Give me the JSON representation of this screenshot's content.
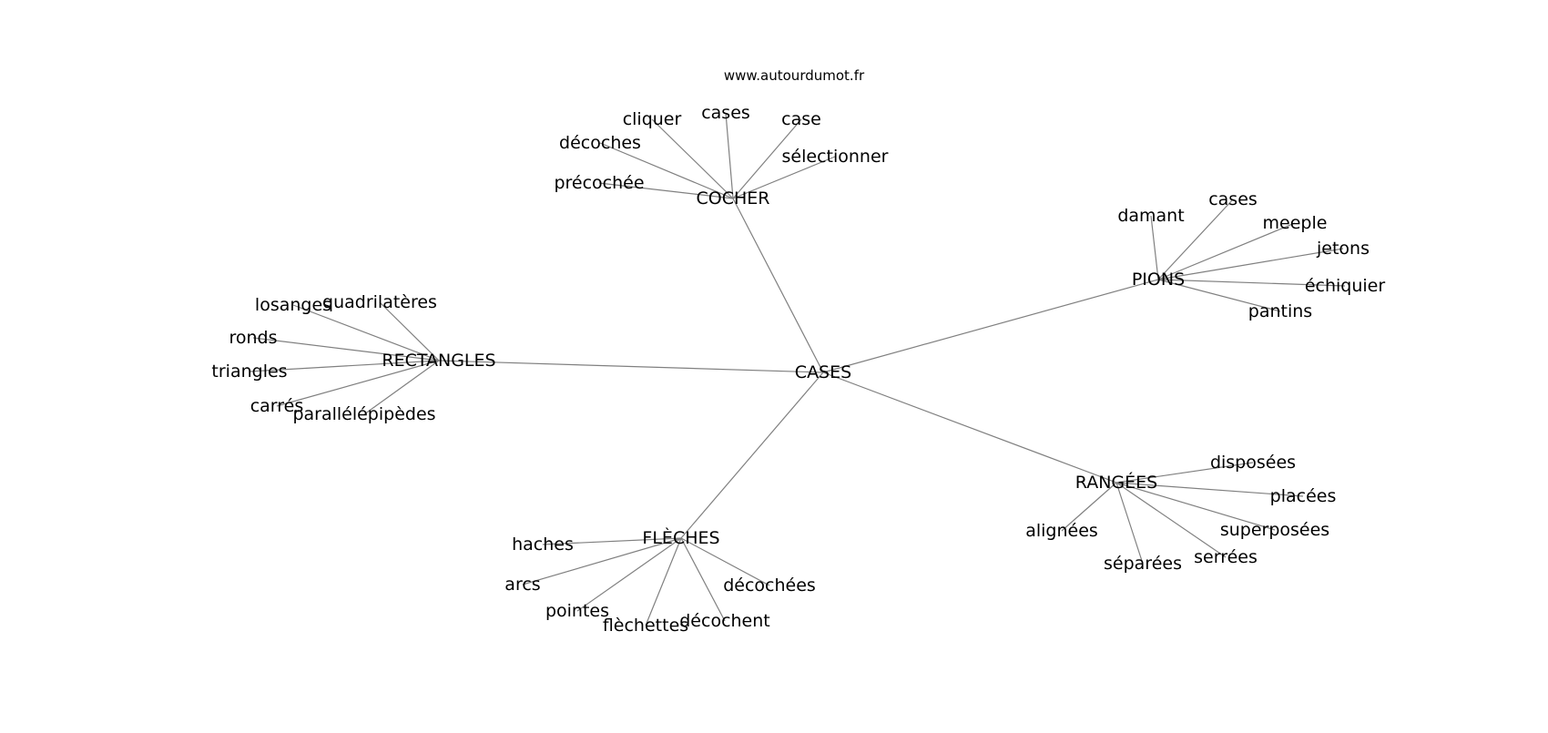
{
  "header": {
    "site": "www.autourdumot.fr"
  },
  "graph": {
    "center": "CASES",
    "branches": [
      {
        "id": "cocher",
        "label": "COCHER",
        "words": [
          "cliquer",
          "cases",
          "case",
          "décoches",
          "sélectionner",
          "précochée"
        ]
      },
      {
        "id": "pions",
        "label": "PIONS",
        "words": [
          "damant",
          "cases",
          "meeple",
          "jetons",
          "échiquier",
          "pantins"
        ]
      },
      {
        "id": "rectangles",
        "label": "RECTANGLES",
        "words": [
          "losanges",
          "quadrilatères",
          "ronds",
          "triangles",
          "carrés",
          "parallélépipèdes"
        ]
      },
      {
        "id": "ranges",
        "label": "RANGÉES",
        "words": [
          "disposées",
          "placées",
          "superposées",
          "serrées",
          "séparées",
          "alignées"
        ]
      },
      {
        "id": "fleches",
        "label": "FLÈCHES",
        "words": [
          "haches",
          "arcs",
          "pointes",
          "flèchettes",
          "décochent",
          "décochées"
        ]
      }
    ]
  }
}
